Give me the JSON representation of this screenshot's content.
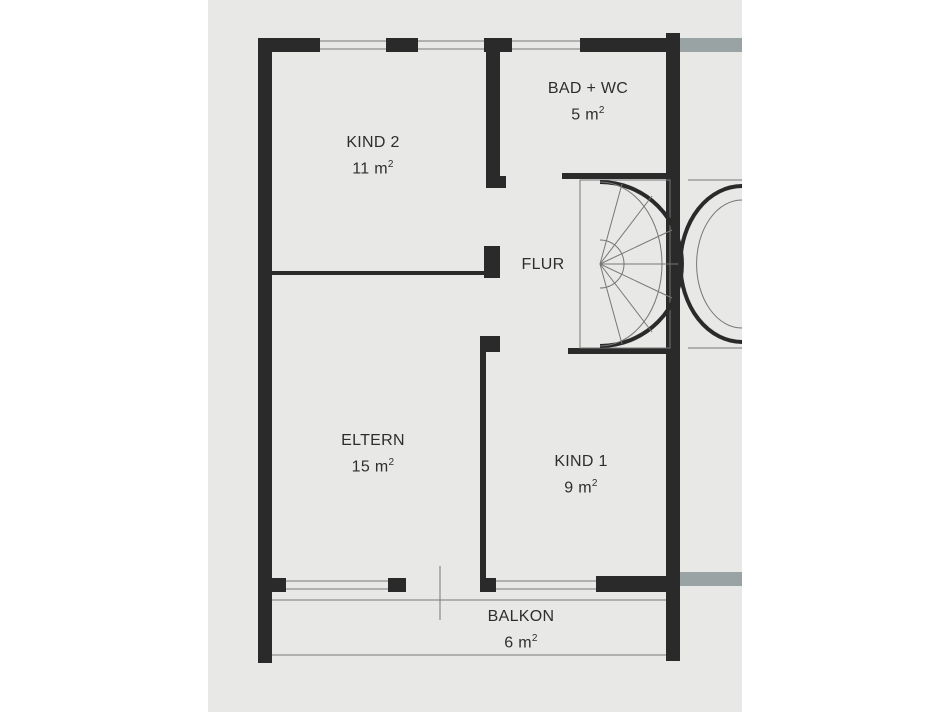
{
  "rooms": {
    "kind2": {
      "name": "KIND 2",
      "area": "11 m",
      "unit_sup": "2"
    },
    "bad": {
      "name": "BAD + WC",
      "area": "5 m",
      "unit_sup": "2"
    },
    "flur": {
      "name": "FLUR"
    },
    "eltern": {
      "name": "ELTERN",
      "area": "15 m",
      "unit_sup": "2"
    },
    "kind1": {
      "name": "KIND 1",
      "area": "9 m",
      "unit_sup": "2"
    },
    "balkon": {
      "name": "BALKON",
      "area": "6 m",
      "unit_sup": "2"
    }
  },
  "colors": {
    "paper": "#e8e8e6",
    "wall": "#2a2a2a",
    "neighbor_band": "#9aa3a3"
  }
}
